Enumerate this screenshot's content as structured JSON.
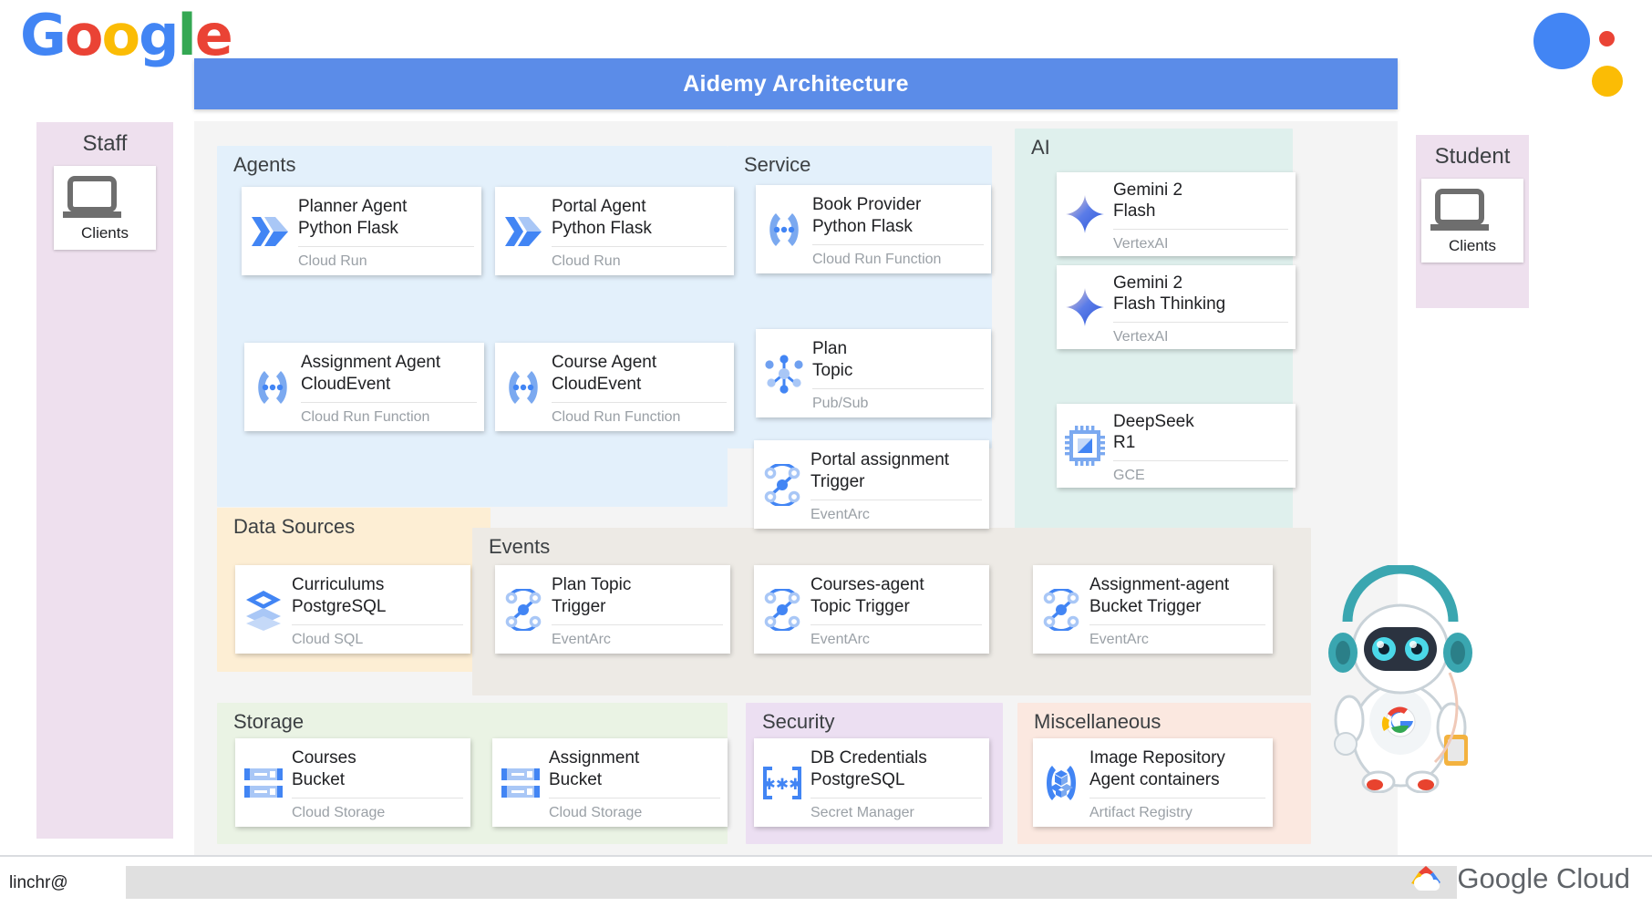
{
  "brand": {
    "google_wordmark": "Google",
    "footer_user": "linchr@",
    "footer_logo_text": "Google Cloud"
  },
  "header": {
    "title": "Aidemy Architecture"
  },
  "actors": [
    {
      "id": "staff",
      "caption": "Staff",
      "card_label": "Clients",
      "icon": "laptop-icon"
    },
    {
      "id": "student",
      "caption": "Student",
      "card_label": "Clients",
      "icon": "laptop-icon"
    }
  ],
  "groups": {
    "agents": {
      "title": "Agents"
    },
    "service": {
      "title": "Service"
    },
    "ai": {
      "title": "AI"
    },
    "data": {
      "title": "Data Sources"
    },
    "events": {
      "title": "Events"
    },
    "storage": {
      "title": "Storage"
    },
    "security": {
      "title": "Security"
    },
    "misc": {
      "title": "Miscellaneous"
    }
  },
  "cards": {
    "planner_agent": {
      "name": "Planner Agent\nPython Flask",
      "service": "Cloud Run",
      "icon": "cloud-run-icon"
    },
    "portal_agent": {
      "name": "Portal Agent\nPython Flask",
      "service": "Cloud Run",
      "icon": "cloud-run-icon"
    },
    "assignment_agent": {
      "name": "Assignment Agent\nCloudEvent",
      "service": "Cloud Run Function",
      "icon": "cloud-run-function-icon"
    },
    "course_agent": {
      "name": "Course Agent\nCloudEvent",
      "service": "Cloud Run Function",
      "icon": "cloud-run-function-icon"
    },
    "book_provider": {
      "name": "Book Provider\nPython Flask",
      "service": "Cloud Run Function",
      "icon": "cloud-run-function-icon"
    },
    "gemini_flash": {
      "name": "Gemini 2\nFlash",
      "service": "VertexAI",
      "icon": "gemini-spark-icon"
    },
    "gemini_thinking": {
      "name": "Gemini 2\nFlash Thinking",
      "service": "VertexAI",
      "icon": "gemini-spark-icon"
    },
    "deepseek": {
      "name": "DeepSeek\nR1",
      "service": "GCE",
      "icon": "cpu-chip-icon"
    },
    "plan_topic": {
      "name": "Plan\nTopic",
      "service": "Pub/Sub",
      "icon": "pubsub-icon"
    },
    "portal_trigger": {
      "name": "Portal assignment\nTrigger",
      "service": "EventArc",
      "icon": "eventarc-icon"
    },
    "courses_trigger": {
      "name": "Courses-agent\nTopic Trigger",
      "service": "EventArc",
      "icon": "eventarc-icon"
    },
    "plan_trigger": {
      "name": "Plan Topic\nTrigger",
      "service": "EventArc",
      "icon": "eventarc-icon"
    },
    "assign_trigger": {
      "name": "Assignment-agent\nBucket Trigger",
      "service": "EventArc",
      "icon": "eventarc-icon"
    },
    "curriculums": {
      "name": "Curriculums\nPostgreSQL",
      "service": "Cloud SQL",
      "icon": "cloud-sql-icon"
    },
    "courses_bucket": {
      "name": "Courses\nBucket",
      "service": "Cloud Storage",
      "icon": "cloud-storage-icon"
    },
    "assign_bucket": {
      "name": "Assignment\nBucket",
      "service": "Cloud Storage",
      "icon": "cloud-storage-icon"
    },
    "db_credentials": {
      "name": "DB Credentials\nPostgreSQL",
      "service": "Secret Manager",
      "icon": "secret-manager-icon"
    },
    "image_repo": {
      "name": "Image Repository\nAgent containers",
      "service": "Artifact Registry",
      "icon": "artifact-registry-icon"
    }
  },
  "colors": {
    "title_bar": "#5b8ce8",
    "agents_group": "#e3f0fb",
    "ai_group": "#dff0ed",
    "data_group": "#fdeed4",
    "events_group": "#edeae5",
    "storage_group": "#eaf3e4",
    "security_group": "#ecdff2",
    "misc_group": "#fbe8e0",
    "actor_panel": "#eee0ee",
    "gcp_blue": "#4285f4",
    "gcp_red": "#ea4335",
    "gcp_yellow": "#fbbc05",
    "gcp_green": "#34a853"
  }
}
